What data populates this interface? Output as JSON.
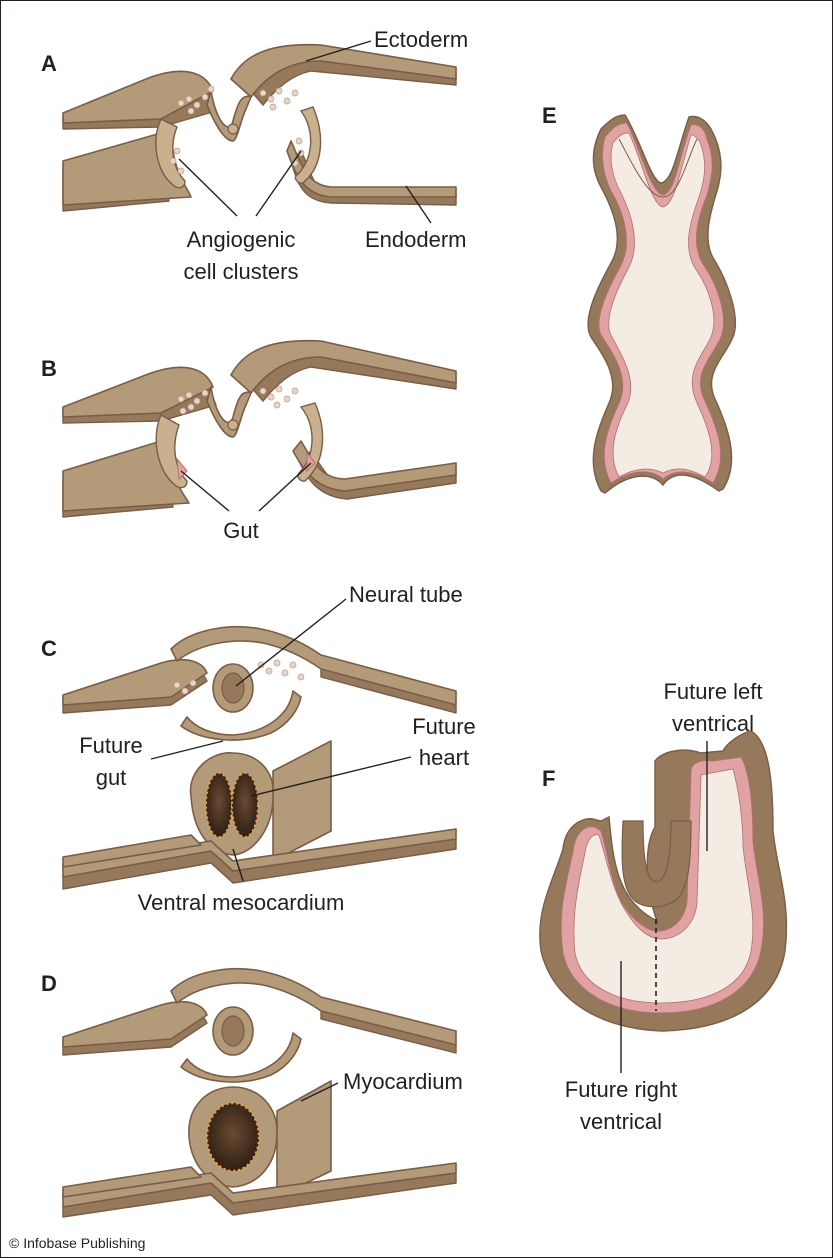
{
  "panels": {
    "a": "A",
    "b": "B",
    "c": "C",
    "d": "D",
    "e": "E",
    "f": "F"
  },
  "labels": {
    "ectoderm": "Ectoderm",
    "endoderm": "Endoderm",
    "angiogenic_1": "Angiogenic",
    "angiogenic_2": "cell clusters",
    "gut": "Gut",
    "neural_tube": "Neural tube",
    "future_gut_1": "Future",
    "future_gut_2": "gut",
    "future_heart_1": "Future",
    "future_heart_2": "heart",
    "ventral_mesocardium": "Ventral mesocardium",
    "myocardium": "Myocardium",
    "future_left_1": "Future left",
    "future_left_2": "ventrical",
    "future_right_1": "Future right",
    "future_right_2": "ventrical"
  },
  "credit": "© Infobase Publishing",
  "colors": {
    "tissue": "#b39a78",
    "tissue_dark": "#96785b",
    "outline": "#7a5c48",
    "endocardium": "#e1a2a3",
    "lumen": "#f4ece3",
    "cells": "#e8d6c8",
    "myocardium_dots": "#f0a040",
    "heart_cavity": "#3e2c1e"
  }
}
